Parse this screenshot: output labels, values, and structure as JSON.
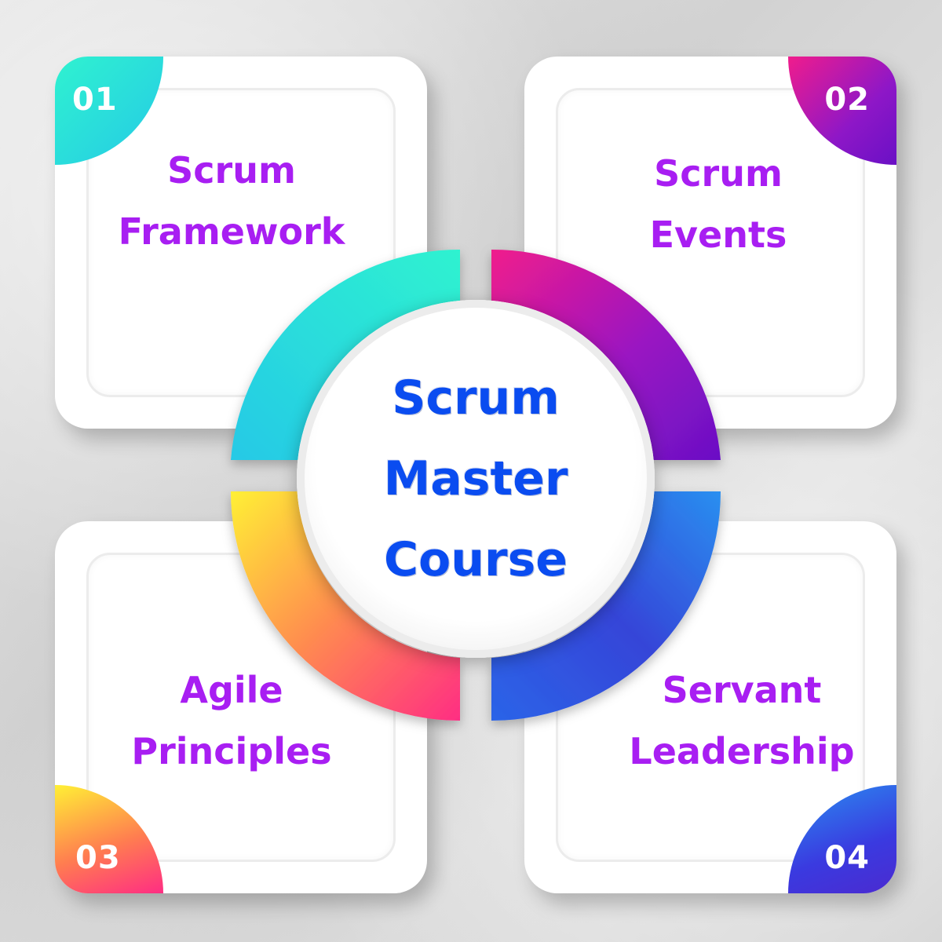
{
  "center": {
    "lines": [
      "Scrum",
      "Master",
      "Course"
    ]
  },
  "cards": [
    {
      "number": "01",
      "lines": [
        "Scrum",
        "Framework"
      ]
    },
    {
      "number": "02",
      "lines": [
        "Scrum",
        "Events"
      ]
    },
    {
      "number": "03",
      "lines": [
        "Agile",
        "Principles"
      ]
    },
    {
      "number": "04",
      "lines": [
        "Servant",
        "Leadership"
      ]
    }
  ],
  "colors": {
    "label_text": "#a81ef2",
    "title_text": "#0a4cf0",
    "segment_1": [
      "#2ff2d0",
      "#25c9e6"
    ],
    "segment_2": [
      "#f01c8c",
      "#6a10c5"
    ],
    "segment_3": [
      "#fff035",
      "#ff2d83"
    ],
    "segment_4": [
      "#2a8ff0",
      "#4b2bd0"
    ]
  }
}
